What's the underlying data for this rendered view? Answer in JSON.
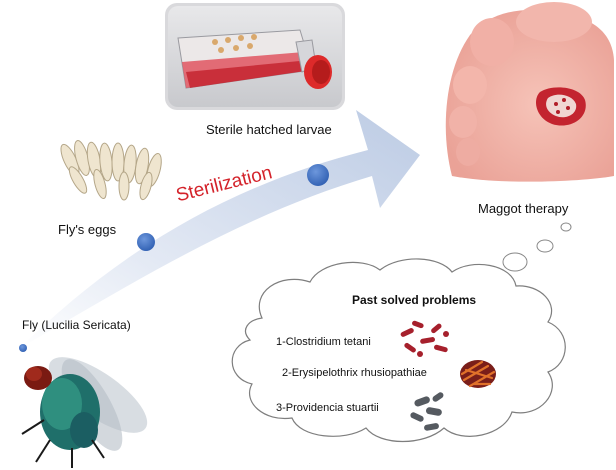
{
  "labels": {
    "fly": "Fly (Lucilia Sericata)",
    "eggs": "Fly's eggs",
    "sterilization": "Sterilization",
    "larvae": "Sterile hatched larvae",
    "therapy": "Maggot therapy"
  },
  "cloud": {
    "title": "Past solved problems",
    "items": [
      "1-Clostridium tetani",
      "2-Erysipelothrix rhusiopathiae",
      "3-Providencia stuartii"
    ]
  },
  "colors": {
    "arrow": "#c9d6ec",
    "dot": "#3e6fc4",
    "sterilization_text": "#d4232b",
    "bacteria_red": "#a6202c",
    "bacteria_orange": "#e0712a",
    "bacteria_gray": "#555a60",
    "skin": "#f4b8ae",
    "wound": "#c3242f"
  },
  "icons": {
    "fly": "fly-icon",
    "eggs": "eggs-icon",
    "flask": "culture-flask-icon",
    "foot": "wounded-foot-icon",
    "bacteria": [
      "clostridium-bacteria-icon",
      "erysipelothrix-bacteria-icon",
      "providencia-bacteria-icon"
    ]
  }
}
